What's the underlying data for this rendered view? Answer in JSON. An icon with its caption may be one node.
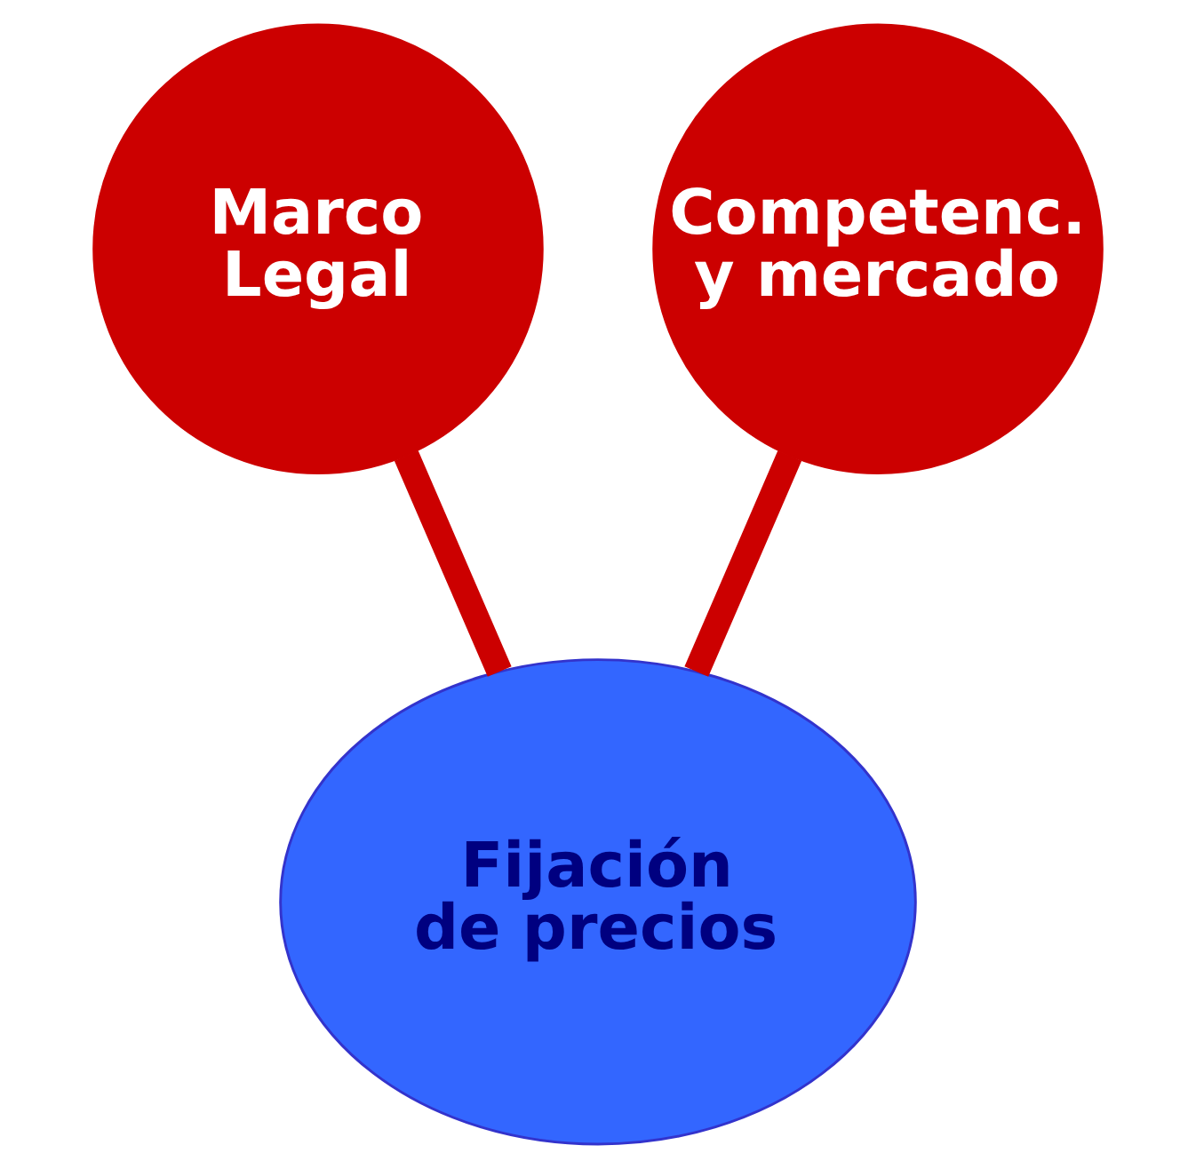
{
  "diagram": {
    "nodes": [
      {
        "text": [
          "Marco Legal"
        ]
      },
      {
        "text": [
          "Competenc. y mercado"
        ]
      },
      {
        "text": [
          "Fijación de precios"
        ]
      }
    ],
    "edges": [
      {
        "from": 0,
        "to": 2,
        "arrow": "none"
      },
      {
        "from": 1,
        "to": 2,
        "arrow": "none"
      }
    ]
  }
}
